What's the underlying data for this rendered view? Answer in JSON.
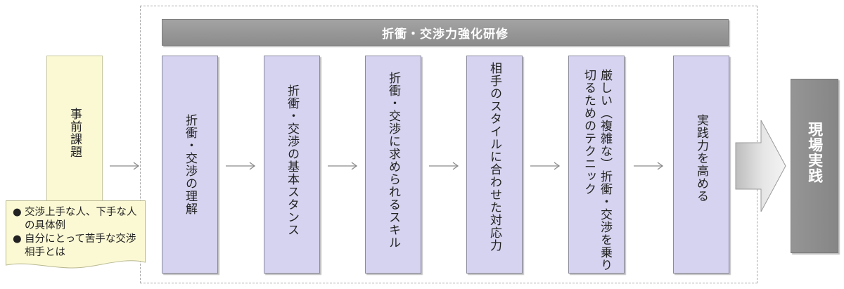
{
  "program_title": "折衝・交渉力強化研修",
  "pre_assignment": {
    "title": "事前課題",
    "notes": [
      {
        "bullet": "●",
        "text": "交渉上手な人、下手な人の具体例"
      },
      {
        "bullet": "●",
        "text": "自分にとって苦手な交渉相手とは"
      }
    ]
  },
  "steps": [
    {
      "label": "折衝・交渉の理解"
    },
    {
      "label": "折衝・交渉の基本スタンス"
    },
    {
      "label": "折衝・交渉に求められるスキル"
    },
    {
      "label": "相手のスタイルに合わせた対応力"
    },
    {
      "label": "厳しい（複雑な）折衝・交渉を乗り切るためのテクニック"
    },
    {
      "label": "実践力を高める"
    }
  ],
  "result": "現場実践",
  "colors": {
    "step_fill": "#d5d3ef",
    "pre_fill": "#fbf9d4",
    "banner_fill": "#939393",
    "result_fill": "#8c8c8c"
  }
}
